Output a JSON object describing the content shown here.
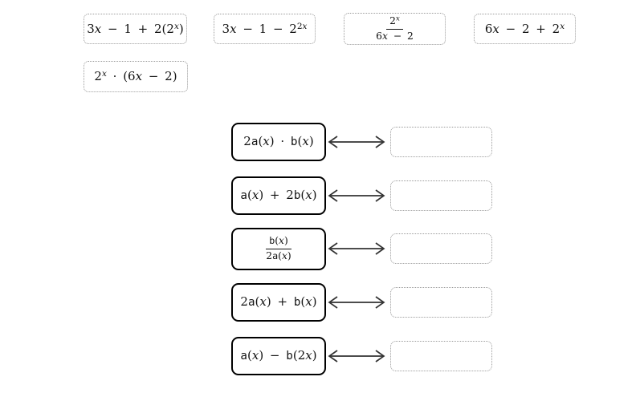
{
  "style": {
    "background": "#ffffff",
    "tile_border": "#9b9b9b",
    "expression_box_border": "#000000",
    "drop_slot_border": "#9b9b9b",
    "arrow_color": "#333333",
    "text_color": "#111111"
  },
  "answer_bank": {
    "tiles": [
      {
        "text": "3x − 1 + 2(2^x)",
        "segs": [
          {
            "t": "3"
          },
          {
            "v": "x"
          },
          {
            "t": " − 1 + 2(2"
          },
          {
            "sup": [
              {
                "v": "x"
              }
            ]
          },
          {
            "t": ")"
          }
        ]
      },
      {
        "text": "3x − 1 − 2^(2x)",
        "segs": [
          {
            "t": "3"
          },
          {
            "v": "x"
          },
          {
            "t": " − 1 − 2"
          },
          {
            "sup": [
              {
                "t": "2"
              },
              {
                "v": "x"
              }
            ]
          }
        ]
      },
      {
        "text": "2^x / (6x − 2)",
        "segs": [
          {
            "frac": {
              "num": [
                {
                  "t": "2"
                },
                {
                  "sup": [
                    {
                      "v": "x"
                    }
                  ]
                }
              ],
              "den": [
                {
                  "t": "6"
                },
                {
                  "v": "x"
                },
                {
                  "t": " − 2"
                }
              ]
            }
          }
        ]
      },
      {
        "text": "6x − 2 + 2^x",
        "segs": [
          {
            "t": "6"
          },
          {
            "v": "x"
          },
          {
            "t": " − 2 + 2"
          },
          {
            "sup": [
              {
                "v": "x"
              }
            ]
          }
        ]
      },
      {
        "text": "2^x · (6x − 2)",
        "segs": [
          {
            "t": "2"
          },
          {
            "sup": [
              {
                "v": "x"
              }
            ]
          },
          {
            "t": " · (6"
          },
          {
            "v": "x"
          },
          {
            "t": " − 2)"
          }
        ]
      }
    ]
  },
  "matching": {
    "rows": [
      {
        "expression_text": "2a(x) · b(x)",
        "segs": [
          {
            "t": "2"
          },
          {
            "f": "a"
          },
          {
            "t": "("
          },
          {
            "v": "x"
          },
          {
            "t": ") · "
          },
          {
            "f": "b"
          },
          {
            "t": "("
          },
          {
            "v": "x"
          },
          {
            "t": ")"
          }
        ],
        "slot_value": ""
      },
      {
        "expression_text": "a(x) + 2b(x)",
        "segs": [
          {
            "f": "a"
          },
          {
            "t": "("
          },
          {
            "v": "x"
          },
          {
            "t": ") + 2"
          },
          {
            "f": "b"
          },
          {
            "t": "("
          },
          {
            "v": "x"
          },
          {
            "t": ")"
          }
        ],
        "slot_value": ""
      },
      {
        "expression_text": "b(x) / 2a(x)",
        "segs": [
          {
            "frac": {
              "num": [
                {
                  "f": "b"
                },
                {
                  "t": "("
                },
                {
                  "v": "x"
                },
                {
                  "t": ")"
                }
              ],
              "den": [
                {
                  "t": "2"
                },
                {
                  "f": "a"
                },
                {
                  "t": "("
                },
                {
                  "v": "x"
                },
                {
                  "t": ")"
                }
              ]
            }
          }
        ],
        "slot_value": ""
      },
      {
        "expression_text": "2a(x) + b(x)",
        "segs": [
          {
            "t": "2"
          },
          {
            "f": "a"
          },
          {
            "t": "("
          },
          {
            "v": "x"
          },
          {
            "t": ") + "
          },
          {
            "f": "b"
          },
          {
            "t": "("
          },
          {
            "v": "x"
          },
          {
            "t": ")"
          }
        ],
        "slot_value": ""
      },
      {
        "expression_text": "a(x) − b(2x)",
        "segs": [
          {
            "f": "a"
          },
          {
            "t": "("
          },
          {
            "v": "x"
          },
          {
            "t": ") − "
          },
          {
            "f": "b"
          },
          {
            "t": "(2"
          },
          {
            "v": "x"
          },
          {
            "t": ")"
          }
        ],
        "slot_value": ""
      }
    ]
  }
}
